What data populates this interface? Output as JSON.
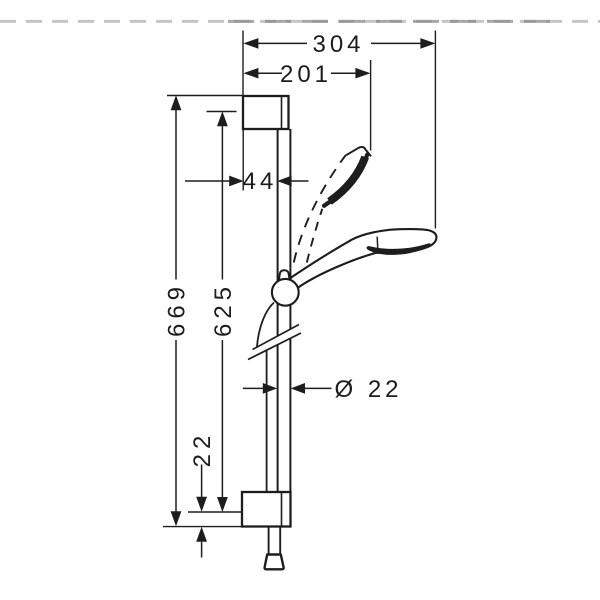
{
  "meta": {
    "kind": "technical dimension drawing",
    "subject": "shower slide bar set with hand shower, side elevation",
    "units": "mm",
    "ink_color": "#1d1d1d",
    "background_color": "#ffffff",
    "edge_artifact_color": "#c6c6c6"
  },
  "drawing": {
    "labels": {
      "width_total": "304",
      "width_upper": "201",
      "offset_top": "44",
      "height_total": "669",
      "height_inner": "625",
      "bar_diameter": "Ø 22",
      "offset_bottom": "22"
    }
  }
}
